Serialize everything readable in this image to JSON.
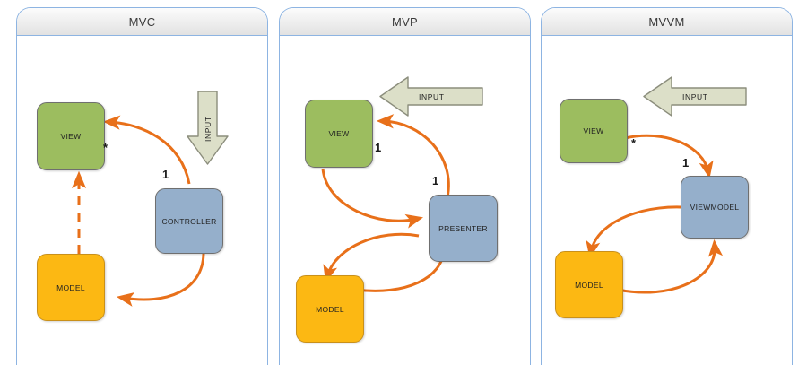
{
  "diagram": {
    "title_bar_color": "#8db4e2",
    "colors": {
      "view": "#9cbd5f",
      "controller": "#95afcb",
      "model": "#fcb813",
      "arrow": "#e8701a",
      "input_arrow_fill": "#dcdfc8",
      "panel_border": "#8db4e2"
    },
    "panels": [
      {
        "id": "mvc",
        "title": "MVC",
        "nodes": {
          "view": "VIEW",
          "middle": "CONTROLLER",
          "model": "MODEL"
        },
        "input": {
          "label": "INPUT",
          "direction": "down"
        },
        "multiplicities": [
          {
            "value": "*",
            "near": "view"
          },
          {
            "value": "1",
            "near": "controller"
          }
        ],
        "edges": [
          {
            "from": "CONTROLLER",
            "to": "VIEW",
            "style": "solid"
          },
          {
            "from": "CONTROLLER",
            "to": "MODEL",
            "style": "solid"
          },
          {
            "from": "MODEL",
            "to": "VIEW",
            "style": "dashed"
          },
          {
            "from": "INPUT",
            "to": "CONTROLLER",
            "style": "block-arrow"
          }
        ]
      },
      {
        "id": "mvp",
        "title": "MVP",
        "nodes": {
          "view": "VIEW",
          "middle": "PRESENTER",
          "model": "MODEL"
        },
        "input": {
          "label": "INPUT",
          "direction": "left"
        },
        "multiplicities": [
          {
            "value": "1",
            "near": "view"
          },
          {
            "value": "1",
            "near": "presenter"
          }
        ],
        "edges": [
          {
            "from": "PRESENTER",
            "to": "VIEW",
            "style": "solid"
          },
          {
            "from": "VIEW",
            "to": "PRESENTER",
            "style": "solid"
          },
          {
            "from": "PRESENTER",
            "to": "MODEL",
            "style": "solid"
          },
          {
            "from": "MODEL",
            "to": "PRESENTER",
            "style": "solid"
          },
          {
            "from": "INPUT",
            "to": "VIEW",
            "style": "block-arrow"
          }
        ]
      },
      {
        "id": "mvvm",
        "title": "MVVM",
        "nodes": {
          "view": "VIEW",
          "middle": "VIEWMODEL",
          "model": "MODEL"
        },
        "input": {
          "label": "INPUT",
          "direction": "left"
        },
        "multiplicities": [
          {
            "value": "*",
            "near": "view"
          },
          {
            "value": "1",
            "near": "viewmodel"
          }
        ],
        "edges": [
          {
            "from": "VIEW",
            "to": "VIEWMODEL",
            "style": "solid"
          },
          {
            "from": "VIEWMODEL",
            "to": "MODEL",
            "style": "solid"
          },
          {
            "from": "MODEL",
            "to": "VIEWMODEL",
            "style": "solid"
          }
        ]
      }
    ]
  }
}
